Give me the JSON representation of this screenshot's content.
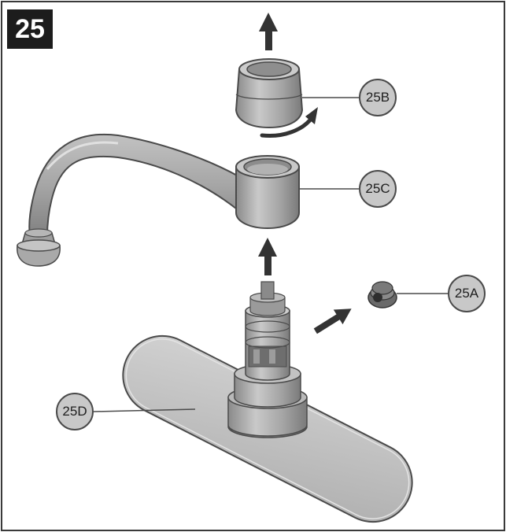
{
  "step": {
    "number": "25"
  },
  "callouts": {
    "a": "25A",
    "b": "25B",
    "c": "25C",
    "d": "25D"
  },
  "colors": {
    "part_fill": "#a8a8a8",
    "part_shadow": "#7e7e7e",
    "part_highlight": "#d4d4d4",
    "outline": "#4a4a4a",
    "callout_fill": "#c8c8c8",
    "badge": "#1c1c1c",
    "arrow": "#333333"
  }
}
